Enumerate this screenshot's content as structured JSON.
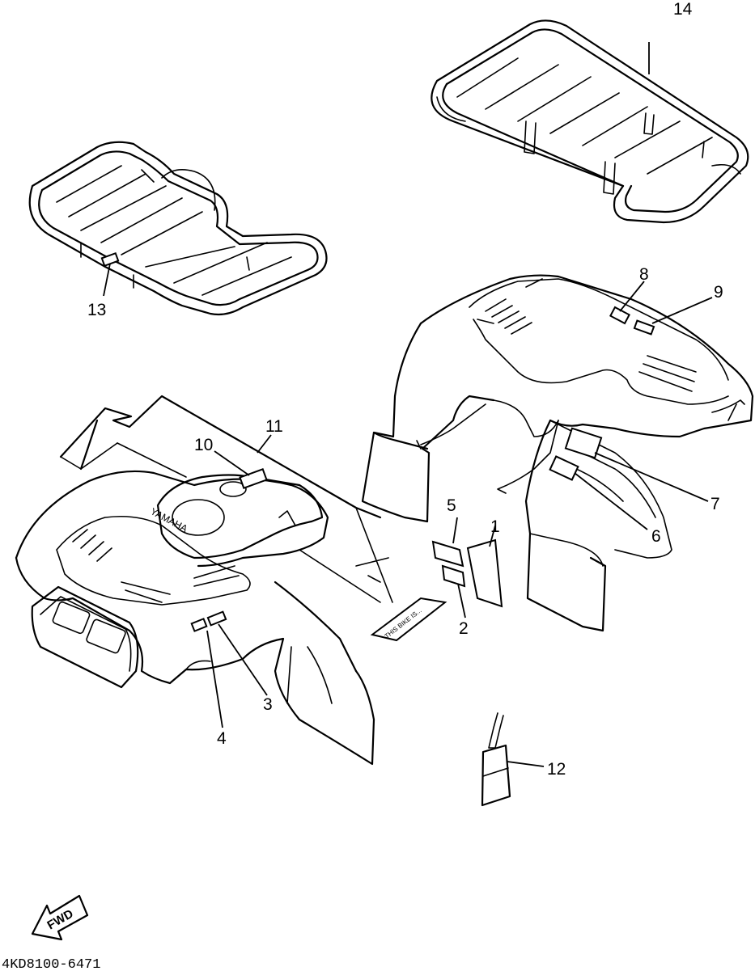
{
  "labels": {
    "p1": "1",
    "p2": "2",
    "p3": "3",
    "p4": "4",
    "p5": "5",
    "p6": "6",
    "p7": "7",
    "p8": "8",
    "p9": "9",
    "p10": "10",
    "p11": "11",
    "p12": "12",
    "p13": "13",
    "p14": "14"
  },
  "brand_text": "YAMAHA",
  "fwd_text": "FWD",
  "warning_decal_text": "THIS BIKE IS...",
  "drawing_code": "4KD8100-6471"
}
